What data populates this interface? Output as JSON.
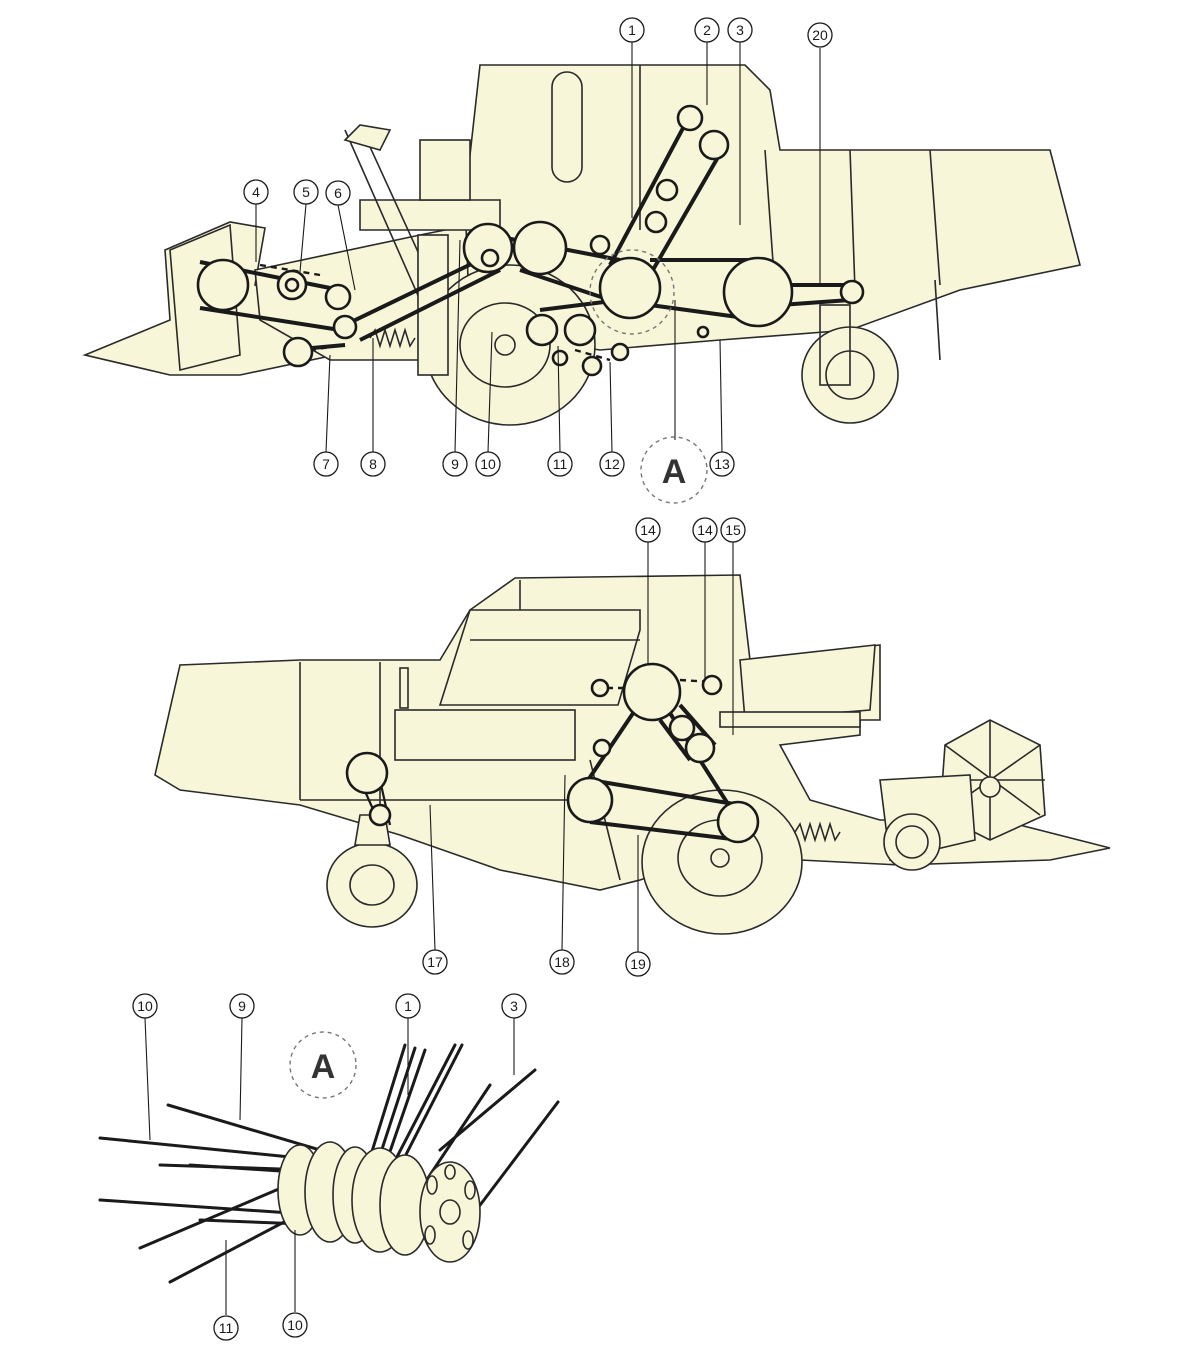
{
  "callouts_top": [
    {
      "id": "c1",
      "label": "1"
    },
    {
      "id": "c2",
      "label": "2"
    },
    {
      "id": "c3",
      "label": "3"
    },
    {
      "id": "c20",
      "label": "20"
    },
    {
      "id": "c4",
      "label": "4"
    },
    {
      "id": "c5",
      "label": "5"
    },
    {
      "id": "c6",
      "label": "6"
    },
    {
      "id": "c7",
      "label": "7"
    },
    {
      "id": "c8",
      "label": "8"
    },
    {
      "id": "c9",
      "label": "9"
    },
    {
      "id": "c10",
      "label": "10"
    },
    {
      "id": "c11",
      "label": "11"
    },
    {
      "id": "c12",
      "label": "12"
    },
    {
      "id": "c13",
      "label": "13"
    }
  ],
  "detail_marker_top": "A",
  "callouts_middle": [
    {
      "id": "c14a",
      "label": "14"
    },
    {
      "id": "c14b",
      "label": "14"
    },
    {
      "id": "c15",
      "label": "15"
    },
    {
      "id": "c17",
      "label": "17"
    },
    {
      "id": "c18",
      "label": "18"
    },
    {
      "id": "c19",
      "label": "19"
    }
  ],
  "callouts_bottom": [
    {
      "id": "d10a",
      "label": "10"
    },
    {
      "id": "d9",
      "label": "9"
    },
    {
      "id": "d1",
      "label": "1"
    },
    {
      "id": "d3",
      "label": "3"
    },
    {
      "id": "d11",
      "label": "11"
    },
    {
      "id": "d10b",
      "label": "10"
    }
  ],
  "detail_marker_bottom": "A"
}
